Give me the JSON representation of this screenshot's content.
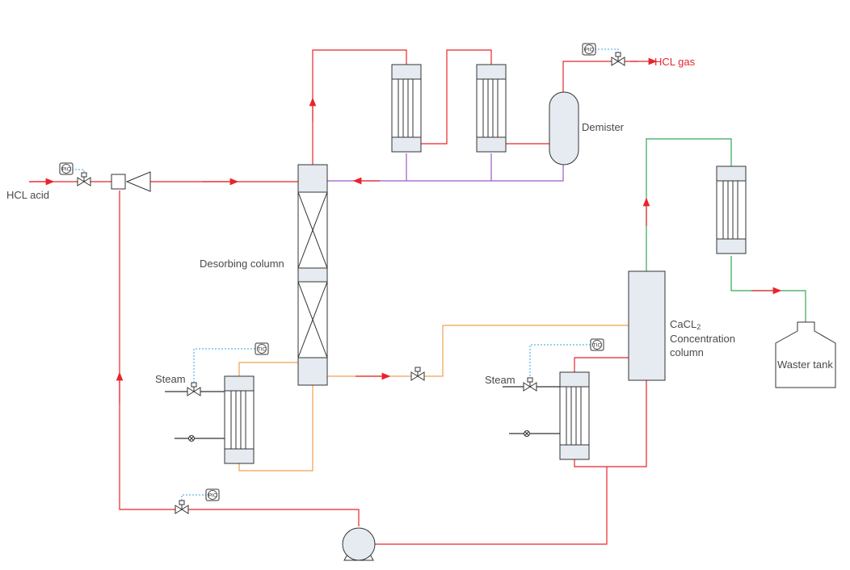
{
  "labels": {
    "hcl_acid": "HCL acid",
    "hcl_gas": "HCL gas",
    "demister": "Demister",
    "desorbing_column": "Desorbing column",
    "steam_left": "Steam",
    "steam_right": "Steam",
    "cacl_main": "CaCL",
    "cacl_sub": "2",
    "concentration": "Concentration",
    "column": "column",
    "waster_tank": "Waster tank"
  },
  "instruments": {
    "pic_inlet": "PIC",
    "pic_gas": "PIC",
    "pic_pump": "PIC",
    "tic_left": "TIC",
    "tic_right": "TIC"
  },
  "colors": {
    "hcl_line": "#e8242b",
    "steam_condensate_line": "#f0a050",
    "recycle_line": "#9b59c6",
    "vapor_line": "#35a853",
    "control_signal": "#35a4e0",
    "equipment_fill": "#e6ebf2"
  },
  "icons": [
    "valve-icon",
    "pump-icon",
    "ejector-icon",
    "flow-arrow-icon",
    "blind-flange-icon",
    "instrument-icon"
  ]
}
